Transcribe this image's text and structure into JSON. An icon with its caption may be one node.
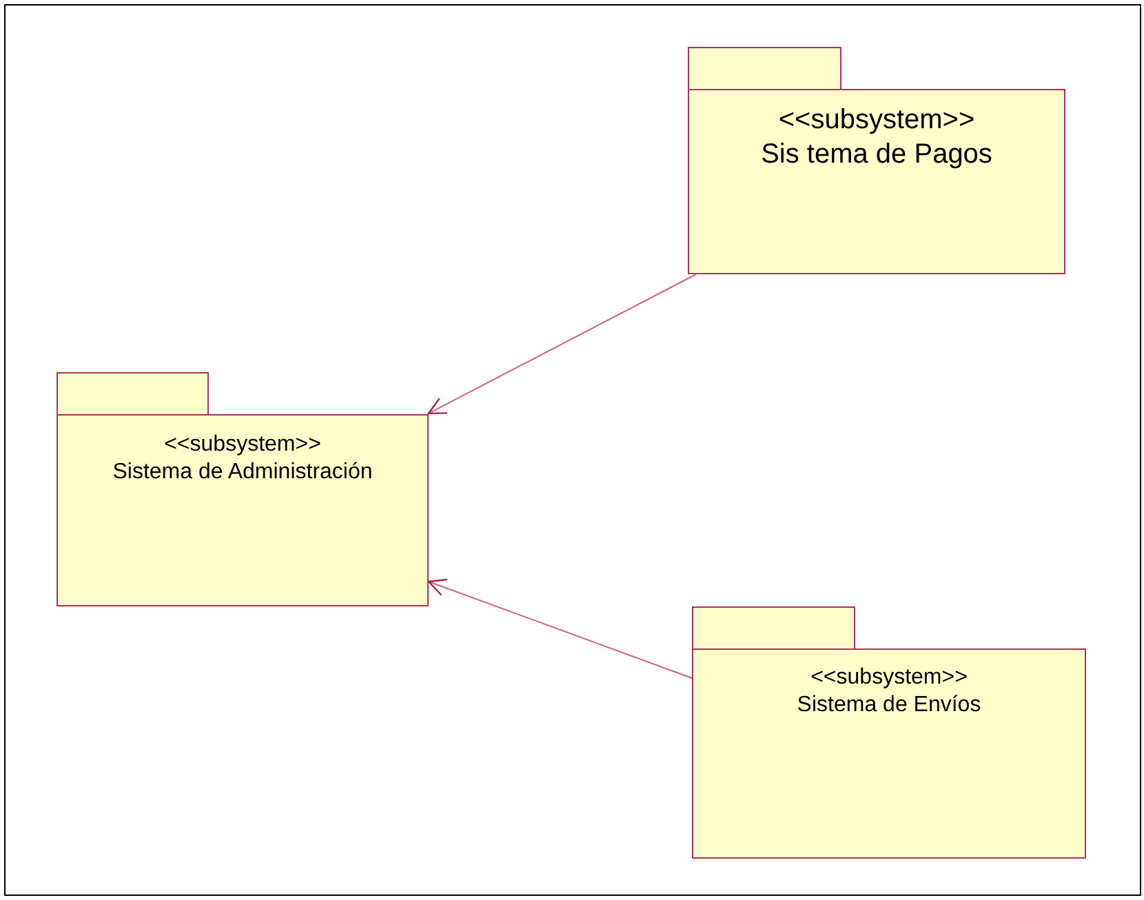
{
  "diagram": {
    "nodes": [
      {
        "text": [
          "<<subsystem>>",
          "Sistema de Administración"
        ]
      },
      {
        "text": [
          "<<subsystem>>",
          "Sis tema de Pagos"
        ]
      },
      {
        "text": [
          "<<subsystem>>",
          "Sistema de Envíos"
        ]
      }
    ],
    "edges": [
      {
        "from": 1,
        "to": 0,
        "arrow": "to"
      },
      {
        "from": 2,
        "to": 0,
        "arrow": "to"
      }
    ]
  }
}
